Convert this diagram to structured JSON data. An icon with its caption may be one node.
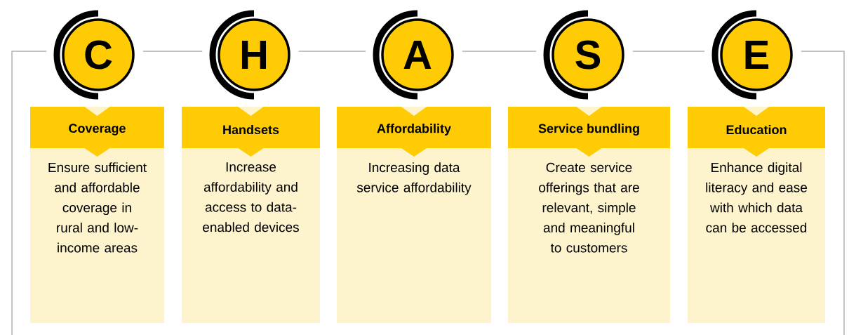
{
  "diagram": {
    "nodes": [
      {
        "text": [
          "C"
        ]
      },
      {
        "text": [
          "H"
        ]
      },
      {
        "text": [
          "A"
        ]
      },
      {
        "text": [
          "S"
        ]
      },
      {
        "text": [
          "E"
        ]
      },
      {
        "text": [
          "Coverage",
          "Ensure sufficient and affordable coverage in rural and low-income areas"
        ]
      },
      {
        "text": [
          "Handsets",
          "Increase affordability and access to data-enabled devices"
        ]
      },
      {
        "text": [
          "Affordability",
          "Increasing data service affordability"
        ]
      },
      {
        "text": [
          "Service bundling",
          "Create service offerings that are relevant, simple and meaningful to customers"
        ]
      },
      {
        "text": [
          "Education",
          "Enhance digital literacy and ease with which data can be accessed"
        ]
      }
    ],
    "edges": [
      {
        "from": null,
        "to": 0,
        "arrow": "none"
      },
      {
        "from": 0,
        "to": 1,
        "arrow": "none"
      },
      {
        "from": 1,
        "to": 2,
        "arrow": "none"
      },
      {
        "from": 2,
        "to": 3,
        "arrow": "none"
      },
      {
        "from": 3,
        "to": 4,
        "arrow": "none"
      },
      {
        "from": 4,
        "to": null,
        "arrow": "none"
      }
    ]
  }
}
